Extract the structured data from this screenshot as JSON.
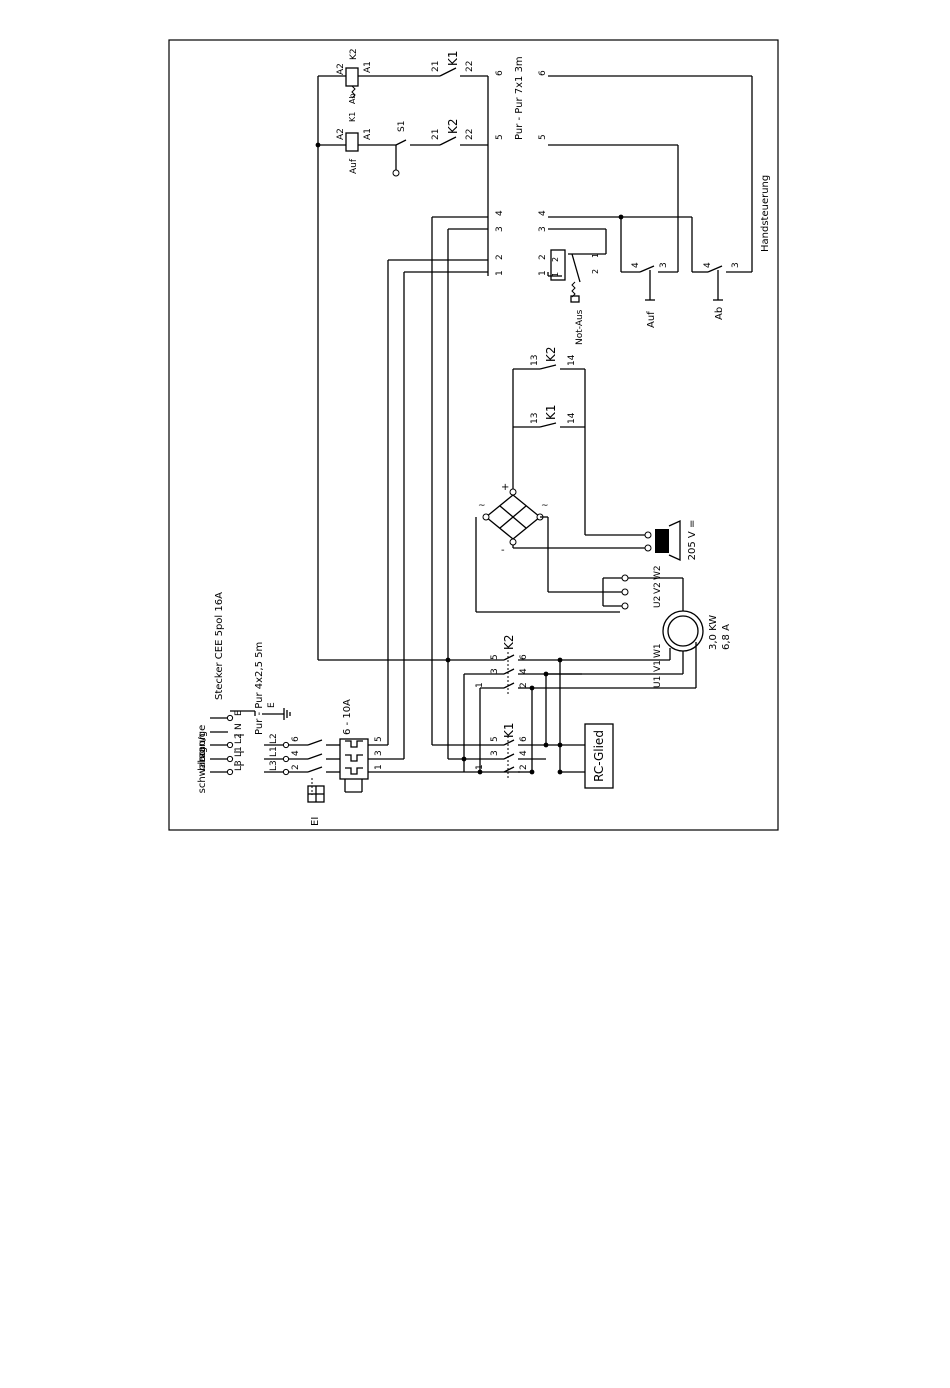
{
  "page": {
    "background": "#ffffff",
    "ink": "#000000"
  },
  "diagram": {
    "plug": {
      "title": "Stecker CEE 5pol 16A",
      "wire_colors": [
        "gn/ge",
        "braun",
        "blau",
        "schwarz"
      ],
      "pins": [
        "E",
        "N",
        "L2",
        "L1",
        "L3"
      ]
    },
    "supply_cable": {
      "label": "Pur - Pur 4x2,5 5m",
      "earth_label": "E",
      "phases": [
        "L3",
        "L1",
        "L2"
      ]
    },
    "earth_terminal": {
      "label": "EI"
    },
    "breaker": {
      "label": "6 - 10A",
      "terminals_in": [
        "2",
        "4",
        "6"
      ],
      "terminals_out": [
        "1",
        "3",
        "5"
      ]
    },
    "contactor_k1": {
      "name": "K1",
      "main_terminals": [
        "1",
        "3",
        "5",
        "2",
        "4",
        "6"
      ],
      "aux_nc": [
        "21",
        "22"
      ],
      "aux_no": [
        "13",
        "14"
      ]
    },
    "contactor_k2": {
      "name": "K2",
      "main_terminals": [
        "1",
        "3",
        "5",
        "2",
        "4",
        "6"
      ],
      "aux_nc": [
        "21",
        "22"
      ],
      "aux_no": [
        "13",
        "14"
      ]
    },
    "rc_glied": {
      "label": "RC-Glied"
    },
    "motor": {
      "terminals": [
        "U1",
        "V1",
        "W1",
        "U2",
        "V2",
        "W2"
      ],
      "rating": [
        "3,0 KW",
        "6,8 A"
      ]
    },
    "brake": {
      "label": "205 V ="
    },
    "rectifier": {
      "plus": "+",
      "minus": "-",
      "ac": "~"
    },
    "coils": [
      {
        "name": "Auf",
        "a1": "A1",
        "a2": "A2",
        "interlock": "K1"
      },
      {
        "name": "K2",
        "a1": "A1",
        "a2": "A2",
        "interlock": "Ab"
      }
    ],
    "switch_s1": {
      "label": "S1"
    },
    "terminal_strip": [
      "1",
      "2",
      "3",
      "4",
      "5",
      "6"
    ],
    "control_cable": {
      "label": "Pur - Pur 7x1 3m"
    },
    "pendant": {
      "label": "Handsteuerung",
      "terminals": [
        "1",
        "2",
        "3",
        "4",
        "5",
        "6"
      ],
      "estop": {
        "label": "Not-Aus",
        "contacts": [
          "1",
          "2",
          "1",
          "2"
        ]
      },
      "button_up": {
        "label": "Auf",
        "contacts": [
          "4",
          "3"
        ]
      },
      "button_down": {
        "label": "Ab",
        "contacts": [
          "4",
          "3"
        ]
      }
    }
  }
}
